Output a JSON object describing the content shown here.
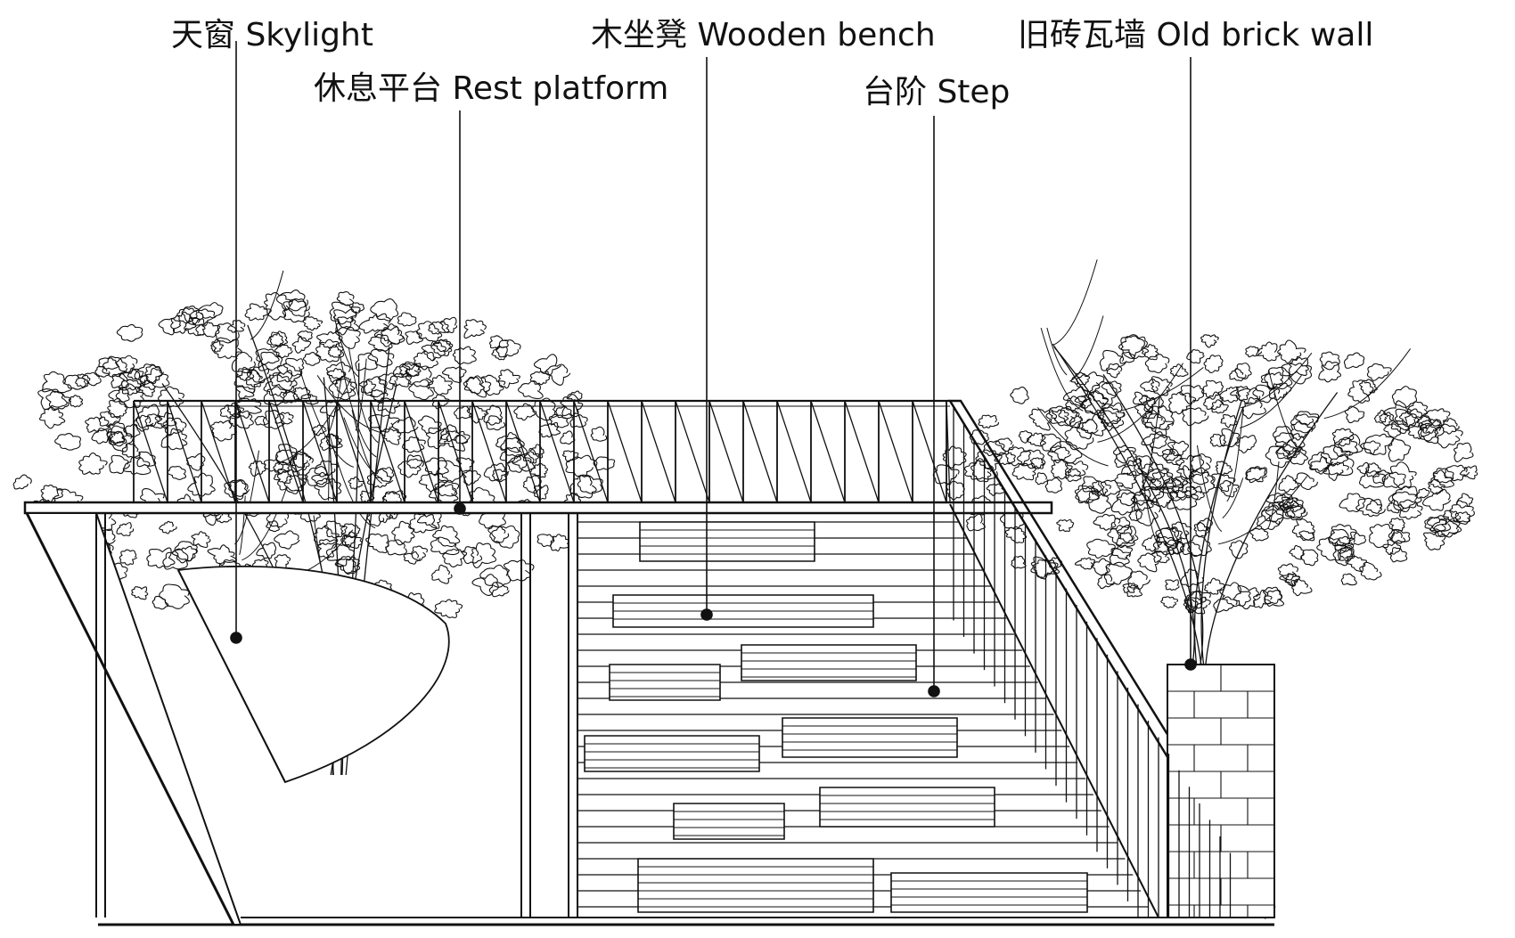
{
  "annotations": [
    {
      "id": "skylight",
      "text": "天窗 Skylight"
    },
    {
      "id": "rest_platform",
      "text": "休息平台 Rest platform"
    },
    {
      "id": "wooden_bench",
      "text": "木坐凳  Wooden bench"
    },
    {
      "id": "step",
      "text": "台阶 Step"
    },
    {
      "id": "old_brick_wall",
      "text": "旧砖瓦墙 Old brick wall"
    }
  ],
  "colors": {
    "ink": "#111111",
    "background": "#ffffff"
  }
}
